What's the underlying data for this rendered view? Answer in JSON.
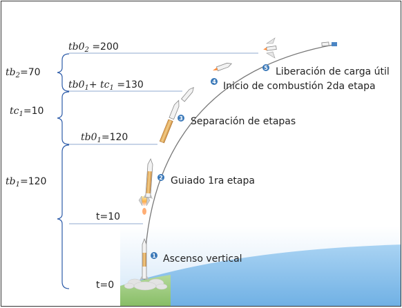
{
  "timeline": {
    "markers": [
      {
        "id": "tb02",
        "var": "tb0",
        "sub": "2",
        "suffix": " =200"
      },
      {
        "id": "tb01tc1",
        "var": "tb0",
        "sub": "1",
        "mid": "+ tc",
        "sub2": "1",
        "suffix": " =130"
      },
      {
        "id": "tb01",
        "var": "tb0",
        "sub": "1",
        "suffix": "=120"
      },
      {
        "id": "t10",
        "text": "t=10"
      },
      {
        "id": "t0",
        "text": "t=0"
      }
    ],
    "brackets": [
      {
        "id": "tb2",
        "var": "tb",
        "sub": "2",
        "suffix": "=70"
      },
      {
        "id": "tc1",
        "var": "tc",
        "sub": "1",
        "suffix": "=10"
      },
      {
        "id": "tb1",
        "var": "tb",
        "sub": "1",
        "suffix": "=120"
      }
    ]
  },
  "phases": [
    {
      "num": "1",
      "label": "Ascenso vertical"
    },
    {
      "num": "2",
      "label": "Guiado 1ra etapa"
    },
    {
      "num": "3",
      "label": "Separación de etapas"
    },
    {
      "num": "4",
      "label": "Inicio de combustión 2da etapa"
    },
    {
      "num": "5",
      "label": "Liberación de carga útil"
    }
  ],
  "colors": {
    "badge": "#3a78b8",
    "bracket": "#2b5aa8",
    "guide": "#8fa9cf",
    "trajectory": "#777777",
    "ocean": "#8ec3ec",
    "land": "#9ccb7c"
  }
}
